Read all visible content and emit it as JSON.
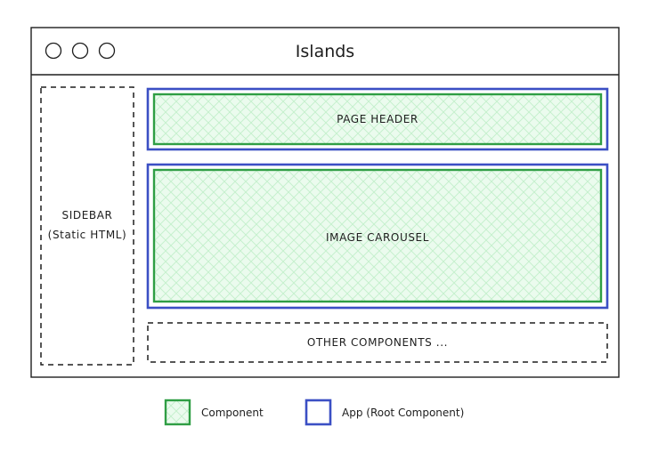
{
  "window": {
    "title": "Islands"
  },
  "regions": {
    "sidebar": {
      "line1": "SIDEBAR",
      "line2": "(Static HTML)"
    },
    "page_header": {
      "label": "PAGE HEADER"
    },
    "image_carousel": {
      "label": "IMAGE CAROUSEL"
    },
    "other_components": {
      "label": "OTHER COMPONENTS ..."
    }
  },
  "legend": {
    "component": {
      "label": "Component",
      "color": "#2f9e44"
    },
    "app": {
      "label": "App (Root Component)",
      "color": "#3b4fc4"
    }
  },
  "colors": {
    "component_fill": "#ebfbee",
    "component_hatch": "#b2f2bb",
    "ink": "#1e1e1e"
  }
}
